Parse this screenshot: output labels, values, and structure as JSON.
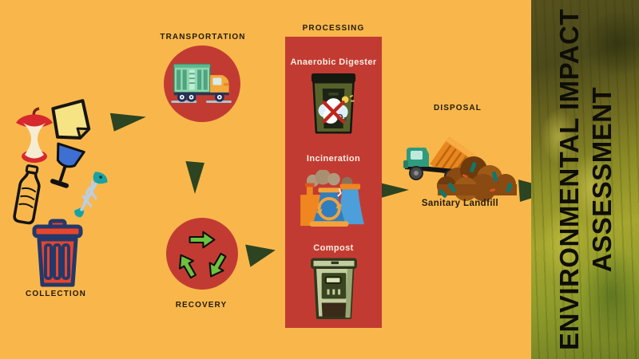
{
  "diagram": {
    "collection": {
      "label": "COLLECTION"
    },
    "transportation": {
      "label": "TRANSPORTATION"
    },
    "recovery": {
      "label": "RECOVERY"
    },
    "processing": {
      "label": "PROCESSING",
      "items": [
        {
          "label": "Anaerobic Digester"
        },
        {
          "label": "Incineration"
        },
        {
          "label": "Compost"
        }
      ]
    },
    "disposal": {
      "label": "DISPOSAL",
      "site": "Sanitary Landfill"
    },
    "assessment": {
      "line1": "ENVIRONMENTAL IMPACT",
      "line2": "ASSESSMENT"
    }
  },
  "icons": {
    "collection_items": [
      "apple-core-icon",
      "sticky-note-icon",
      "wine-glass-icon",
      "plastic-bottle-icon",
      "fish-bone-icon",
      "trash-can-icon"
    ],
    "transportation": "garbage-truck-icon",
    "recovery": "recycling-arrows-icon",
    "processing": [
      "anaerobic-digester-icon",
      "incineration-plant-icon",
      "compost-bin-icon"
    ],
    "disposal": "dump-truck-landfill-icon",
    "flow": "arrow-right-icon"
  },
  "colors": {
    "background": "#F9B74B",
    "panel_red": "#C23B33",
    "arrow_green": "#2C4421",
    "text_dark": "#211B12",
    "text_light": "#FBEEE1",
    "photo_strip_olive": "#6B661F",
    "recycle_green": "#6CC13F",
    "trash_red": "#E8452B",
    "trash_navy": "#24396B"
  }
}
